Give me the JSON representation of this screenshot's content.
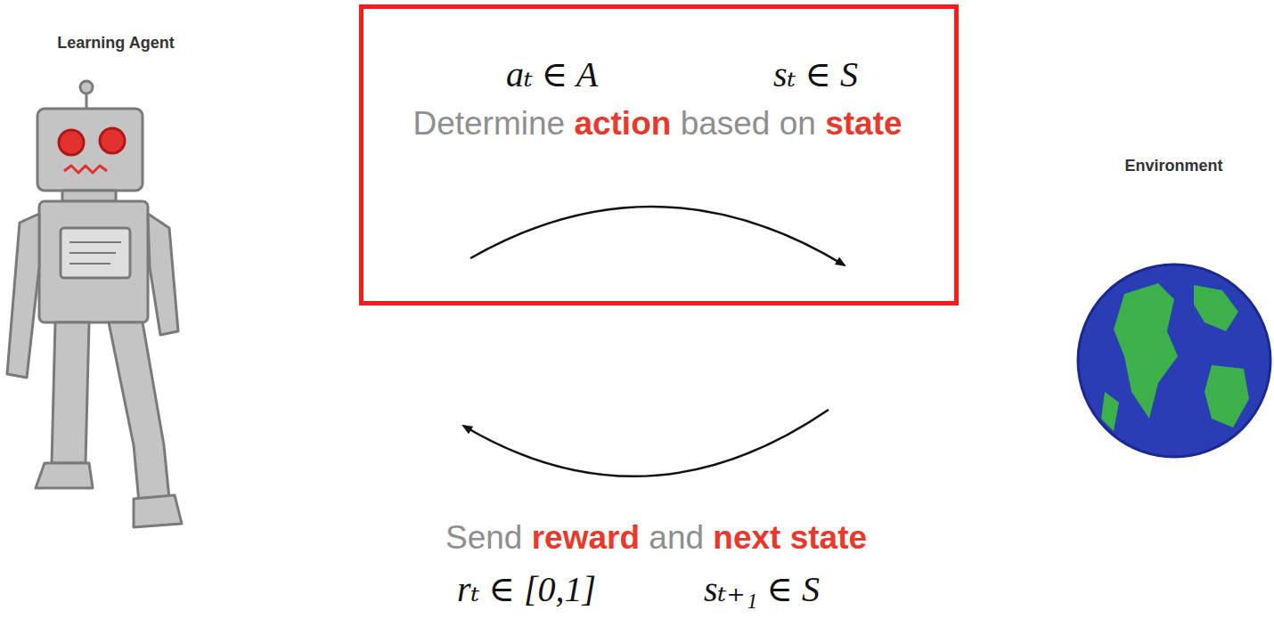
{
  "diagram": {
    "nodes": [
      {
        "text": [
          "Learning Agent"
        ]
      },
      {
        "text": [
          "aₜ ∈ A",
          "sₜ ∈ S",
          "Determine action based on state"
        ]
      },
      {
        "text": [
          "Environment"
        ]
      }
    ],
    "edges": [
      {
        "from": 0,
        "to": 2,
        "arrow": "to"
      },
      {
        "from": 2,
        "to": 0,
        "arrow": "to",
        "label": "Send reward and next state"
      }
    ],
    "labels": [
      "rₜ ∈ [0,1]",
      "sₜ₊₁ ∈ S"
    ]
  }
}
